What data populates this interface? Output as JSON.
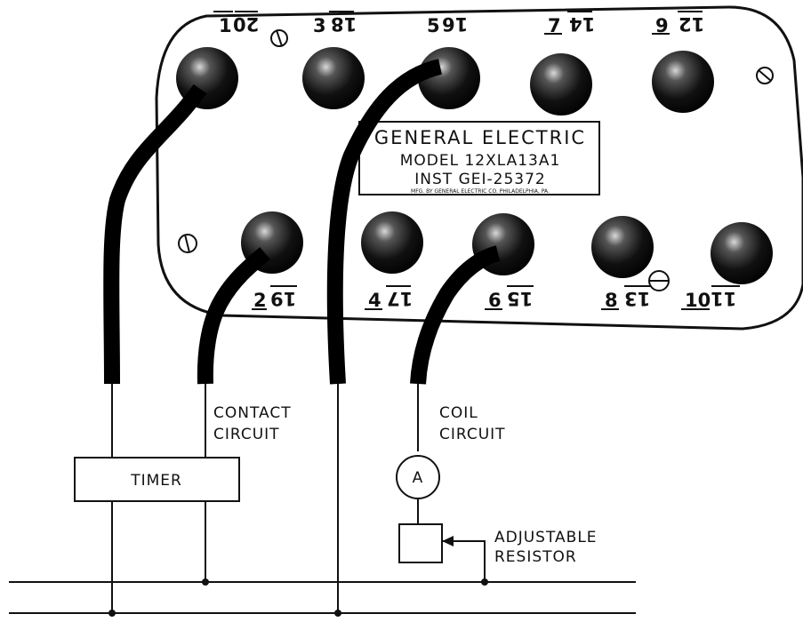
{
  "nameplate": {
    "brand": "GENERAL ELECTRIC",
    "model": "MODEL 12XLA13A1",
    "instruction": "INST GEI-25372",
    "footer": "MFG. BY GENERAL ELECTRIC CO. PHILADELPHIA, PA."
  },
  "terminals_top": [
    {
      "number": "1",
      "mirrored": "20"
    },
    {
      "number": "3",
      "mirrored": "18"
    },
    {
      "number": "5",
      "mirrored": "16"
    },
    {
      "number": "7",
      "mirrored": "14"
    },
    {
      "number": "9",
      "mirrored": "12"
    }
  ],
  "terminals_bottom": [
    {
      "number": "2",
      "mirrored": "19"
    },
    {
      "number": "4",
      "mirrored": "17"
    },
    {
      "number": "6",
      "mirrored": "15"
    },
    {
      "number": "8",
      "mirrored": "13"
    },
    {
      "number": "10",
      "mirrored": "11"
    }
  ],
  "labels": {
    "contact_line1": "CONTACT",
    "contact_line2": "CIRCUIT",
    "coil_line1": "COIL",
    "coil_line2": "CIRCUIT",
    "timer": "TIMER",
    "ammeter": "A",
    "resistor_line1": "ADJUSTABLE",
    "resistor_line2": "RESISTOR"
  },
  "colors": {
    "ink": "#111111",
    "background": "#ffffff"
  }
}
